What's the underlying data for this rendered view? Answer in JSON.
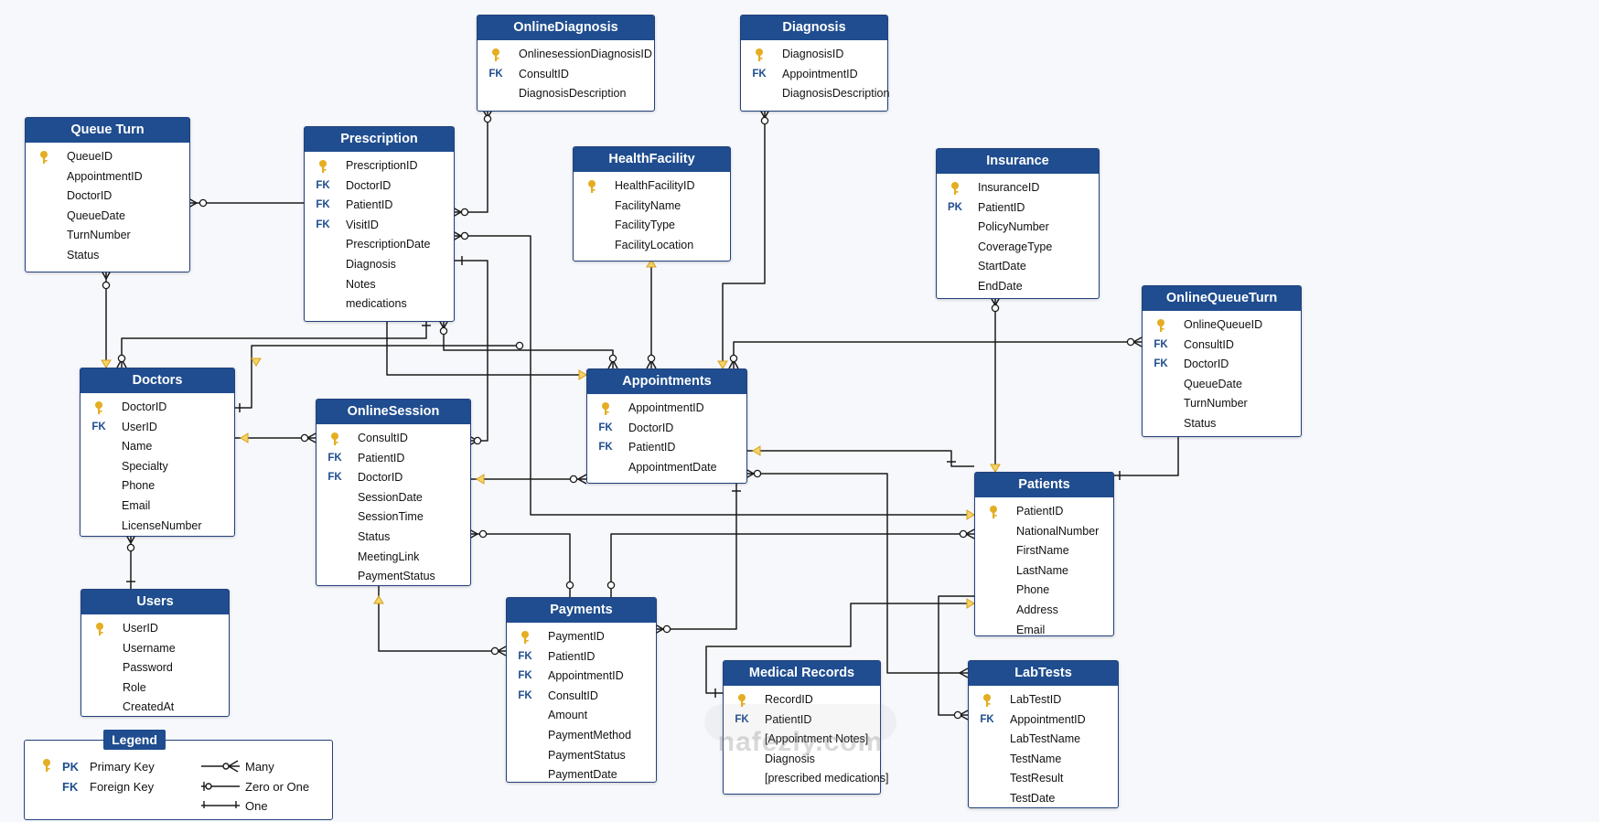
{
  "entities": {
    "online_diagnosis": {
      "title": "OnlineDiagnosis",
      "rows": [
        {
          "key": "pk",
          "label": "OnlinesessionDiagnosisID"
        },
        {
          "key": "FK",
          "label": "ConsultID"
        },
        {
          "key": "",
          "label": "DiagnosisDescription"
        }
      ]
    },
    "diagnosis": {
      "title": "Diagnosis",
      "rows": [
        {
          "key": "pk",
          "label": "DiagnosisID"
        },
        {
          "key": "FK",
          "label": "AppointmentID"
        },
        {
          "key": "",
          "label": "DiagnosisDescription"
        }
      ]
    },
    "queue_turn": {
      "title": "Queue Turn",
      "rows": [
        {
          "key": "pk",
          "label": "QueueID"
        },
        {
          "key": "",
          "label": "AppointmentID"
        },
        {
          "key": "",
          "label": "DoctorID"
        },
        {
          "key": "",
          "label": "QueueDate"
        },
        {
          "key": "",
          "label": "TurnNumber"
        },
        {
          "key": "",
          "label": "Status"
        }
      ]
    },
    "prescription": {
      "title": "Prescription",
      "rows": [
        {
          "key": "pk",
          "label": "PrescriptionID"
        },
        {
          "key": "FK",
          "label": "DoctorID"
        },
        {
          "key": "FK",
          "label": "PatientID"
        },
        {
          "key": "FK",
          "label": "VisitID"
        },
        {
          "key": "",
          "label": "PrescriptionDate"
        },
        {
          "key": "",
          "label": "Diagnosis"
        },
        {
          "key": "",
          "label": "Notes"
        },
        {
          "key": "",
          "label": "medications"
        }
      ]
    },
    "health_facility": {
      "title": "HealthFacility",
      "rows": [
        {
          "key": "pk",
          "label": "HealthFacilityID"
        },
        {
          "key": "",
          "label": "FacilityName"
        },
        {
          "key": "",
          "label": "FacilityType"
        },
        {
          "key": "",
          "label": "FacilityLocation"
        }
      ]
    },
    "insurance": {
      "title": "Insurance",
      "rows": [
        {
          "key": "pk",
          "label": "InsuranceID"
        },
        {
          "key": "PK",
          "label": "PatientID"
        },
        {
          "key": "",
          "label": "PolicyNumber"
        },
        {
          "key": "",
          "label": "CoverageType"
        },
        {
          "key": "",
          "label": "StartDate"
        },
        {
          "key": "",
          "label": "EndDate"
        }
      ]
    },
    "online_queue_turn": {
      "title": "OnlineQueueTurn",
      "rows": [
        {
          "key": "pk",
          "label": "OnlineQueueID"
        },
        {
          "key": "FK",
          "label": "ConsultID"
        },
        {
          "key": "FK",
          "label": "DoctorID"
        },
        {
          "key": "",
          "label": "QueueDate"
        },
        {
          "key": "",
          "label": "TurnNumber"
        },
        {
          "key": "",
          "label": "Status"
        }
      ]
    },
    "doctors": {
      "title": "Doctors",
      "rows": [
        {
          "key": "pk",
          "label": "DoctorID"
        },
        {
          "key": "FK",
          "label": "UserID"
        },
        {
          "key": "",
          "label": "Name"
        },
        {
          "key": "",
          "label": "Specialty"
        },
        {
          "key": "",
          "label": "Phone"
        },
        {
          "key": "",
          "label": "Email"
        },
        {
          "key": "",
          "label": "LicenseNumber"
        }
      ]
    },
    "online_session": {
      "title": "OnlineSession",
      "rows": [
        {
          "key": "pk",
          "label": "ConsultID"
        },
        {
          "key": "FK",
          "label": "PatientID"
        },
        {
          "key": "FK",
          "label": "DoctorID"
        },
        {
          "key": "",
          "label": "SessionDate"
        },
        {
          "key": "",
          "label": "SessionTime"
        },
        {
          "key": "",
          "label": "Status"
        },
        {
          "key": "",
          "label": "MeetingLink"
        },
        {
          "key": "",
          "label": "PaymentStatus"
        }
      ]
    },
    "appointments": {
      "title": "Appointments",
      "rows": [
        {
          "key": "pk",
          "label": "AppointmentID"
        },
        {
          "key": "FK",
          "label": "DoctorID"
        },
        {
          "key": "FK",
          "label": "PatientID"
        },
        {
          "key": "",
          "label": "AppointmentDate"
        }
      ]
    },
    "patients": {
      "title": "Patients",
      "rows": [
        {
          "key": "pk",
          "label": "PatientID"
        },
        {
          "key": "",
          "label": "NationalNumber"
        },
        {
          "key": "",
          "label": "FirstName"
        },
        {
          "key": "",
          "label": "LastName"
        },
        {
          "key": "",
          "label": "Phone"
        },
        {
          "key": "",
          "label": "Address"
        },
        {
          "key": "",
          "label": "Email"
        }
      ]
    },
    "users": {
      "title": "Users",
      "rows": [
        {
          "key": "pk",
          "label": "UserID"
        },
        {
          "key": "",
          "label": "Username"
        },
        {
          "key": "",
          "label": "Password"
        },
        {
          "key": "",
          "label": "Role"
        },
        {
          "key": "",
          "label": "CreatedAt"
        }
      ]
    },
    "payments": {
      "title": "Payments",
      "rows": [
        {
          "key": "pk",
          "label": "PaymentID"
        },
        {
          "key": "FK",
          "label": "PatientID"
        },
        {
          "key": "FK",
          "label": "AppointmentID"
        },
        {
          "key": "FK",
          "label": "ConsultID"
        },
        {
          "key": "",
          "label": "Amount"
        },
        {
          "key": "",
          "label": "PaymentMethod"
        },
        {
          "key": "",
          "label": "PaymentStatus"
        },
        {
          "key": "",
          "label": "PaymentDate"
        }
      ]
    },
    "medical_records": {
      "title": "Medical Records",
      "rows": [
        {
          "key": "pk",
          "label": "RecordID"
        },
        {
          "key": "FK",
          "label": "PatientID"
        },
        {
          "key": "",
          "label": "[Appointment Notes]"
        },
        {
          "key": "",
          "label": "Diagnosis"
        },
        {
          "key": "",
          "label": "[prescribed medications]"
        }
      ]
    },
    "lab_tests": {
      "title": "LabTests",
      "rows": [
        {
          "key": "pk",
          "label": "LabTestID"
        },
        {
          "key": "FK",
          "label": "AppointmentID"
        },
        {
          "key": "",
          "label": "LabTestName"
        },
        {
          "key": "",
          "label": "TestName"
        },
        {
          "key": "",
          "label": "TestResult"
        },
        {
          "key": "",
          "label": "TestDate"
        }
      ]
    }
  },
  "legend": {
    "title": "Legend",
    "pk_code": "PK",
    "pk_label": "Primary Key",
    "fk_code": "FK",
    "fk_label": "Foreign Key",
    "many_label": "Many",
    "zero_one_label": "Zero or One",
    "one_label": "One"
  },
  "watermark": "nafezly.com",
  "colors": {
    "header": "#1f4d8f",
    "line": "#1a1a1a",
    "key_icon": "#d9a01a",
    "fk_text": "#1f4d8f",
    "arrow": "#e0b020"
  },
  "icons": {
    "primary_key": "key-icon",
    "many": "crowfoot-icon",
    "zero_or_one": "circle-bar-icon",
    "one": "bar-icon"
  }
}
